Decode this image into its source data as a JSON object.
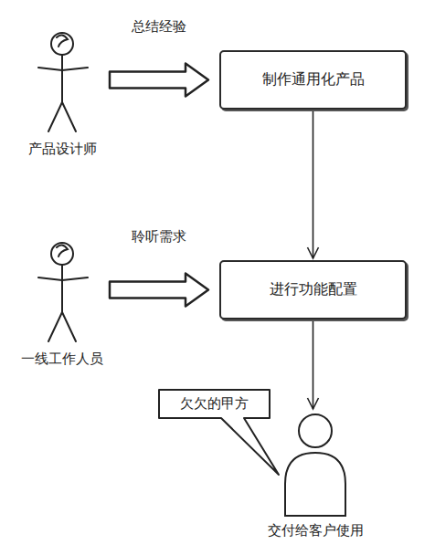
{
  "diagram": {
    "nodes": [
      {
        "text": [
          "产品设计师"
        ]
      },
      {
        "text": [
          "制作通用化产品"
        ]
      },
      {
        "text": [
          "一线工作人员"
        ]
      },
      {
        "text": [
          "进行功能配置"
        ]
      },
      {
        "text": [
          "欠欠的甲方"
        ]
      },
      {
        "text": [
          "交付给客户使用"
        ]
      }
    ],
    "edges": [
      {
        "from": 0,
        "to": 1,
        "label": "总结经验",
        "arrow": "to"
      },
      {
        "from": 1,
        "to": 3,
        "arrow": "to"
      },
      {
        "from": 2,
        "to": 3,
        "label": "聆听需求",
        "arrow": "to"
      },
      {
        "from": 3,
        "to": 5,
        "arrow": "to"
      }
    ]
  }
}
